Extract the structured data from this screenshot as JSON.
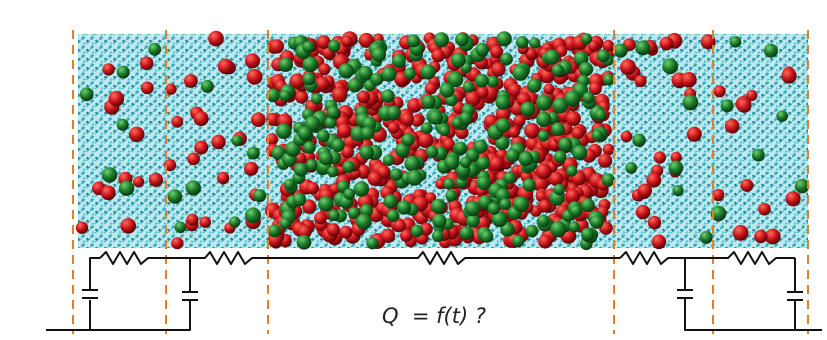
{
  "equation": "Q  = f(t) ?",
  "colors": {
    "water": "#3fb6c6",
    "water_dark": "#1f8a99",
    "ion_red": "#c9141b",
    "ion_green": "#1d7a2a",
    "guide_line": "#e0802a",
    "circuit": "#111111"
  },
  "regions": [
    {
      "name": "left-outer-water",
      "red_density": 0.08,
      "green_density": 0.04
    },
    {
      "name": "left-inner-water",
      "red_density": 0.14,
      "green_density": 0.05
    },
    {
      "name": "bulk-electrolyte",
      "red_density": 1.0,
      "green_density": 0.42
    },
    {
      "name": "right-inner-water",
      "red_density": 0.14,
      "green_density": 0.05
    },
    {
      "name": "right-outer-water",
      "red_density": 0.08,
      "green_density": 0.04
    }
  ],
  "circuit": {
    "resistors": [
      "left-outer-resistor",
      "left-inner-resistor",
      "bulk-resistor",
      "right-inner-resistor",
      "right-outer-resistor"
    ],
    "capacitors": [
      "left-outer-capacitor",
      "left-inner-capacitor",
      "right-inner-capacitor",
      "right-outer-capacitor"
    ]
  }
}
